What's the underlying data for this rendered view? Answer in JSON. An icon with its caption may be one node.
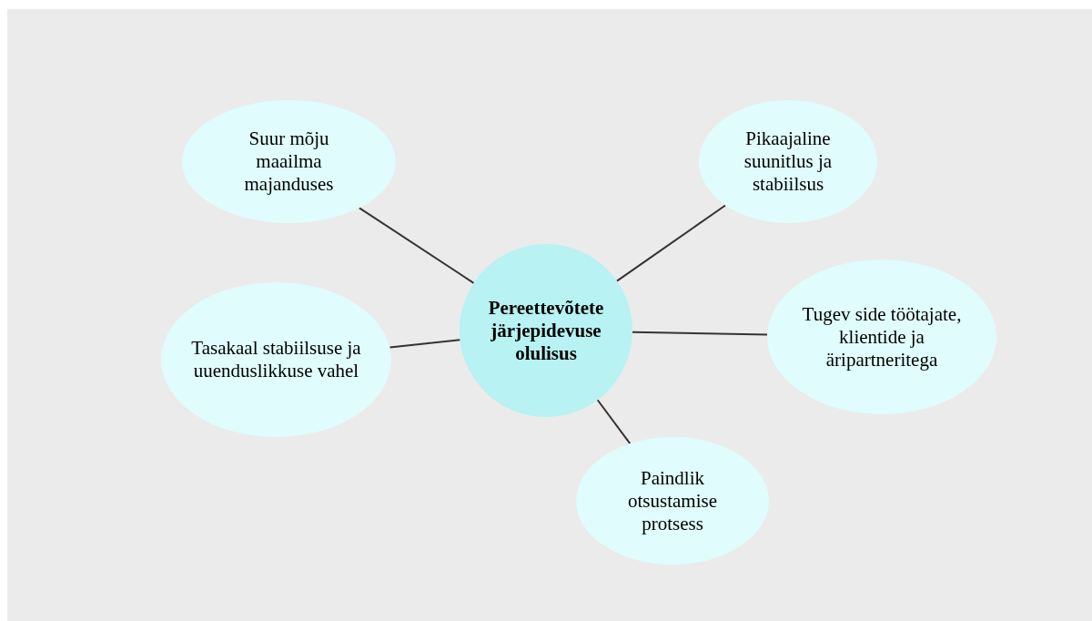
{
  "diagram": {
    "nodes": [
      {
        "text": [
          "Pereettevõtete järjepidevuse olulisus"
        ]
      },
      {
        "text": [
          "Suur mõju maailma majanduses"
        ]
      },
      {
        "text": [
          "Pikaajaline suunitlus ja stabiilsus"
        ]
      },
      {
        "text": [
          "Tasakaal stabiilsuse ja uuenduslikkuse vahel"
        ]
      },
      {
        "text": [
          "Tugev side töötajate, klientide ja äripartneritega"
        ]
      },
      {
        "text": [
          "Paindlik otsustamise protsess"
        ]
      }
    ],
    "edges": [
      {
        "from": 0,
        "to": 1,
        "arrow": "none"
      },
      {
        "from": 0,
        "to": 2,
        "arrow": "none"
      },
      {
        "from": 0,
        "to": 3,
        "arrow": "none"
      },
      {
        "from": 0,
        "to": 4,
        "arrow": "none"
      },
      {
        "from": 0,
        "to": 5,
        "arrow": "none"
      }
    ]
  }
}
